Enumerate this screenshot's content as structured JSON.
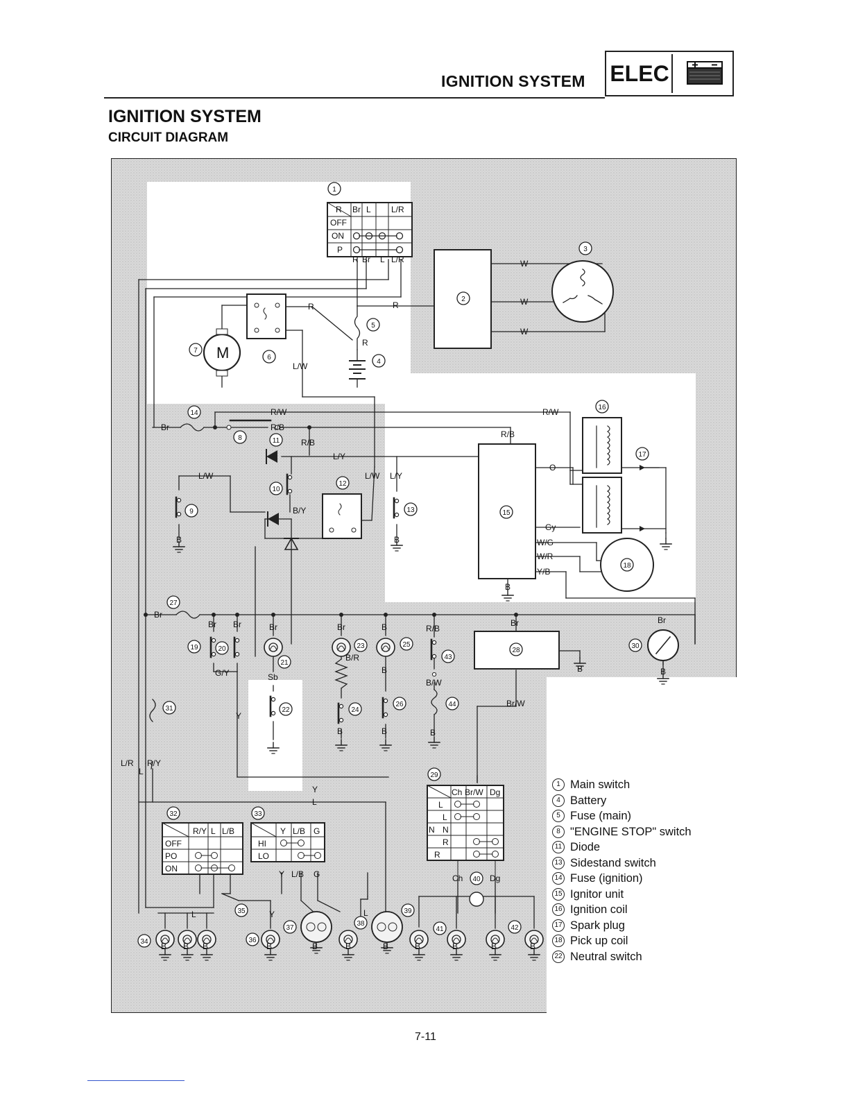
{
  "header": {
    "section_title": "IGNITION SYSTEM",
    "tab_label": "ELEC",
    "battery_icon": "battery-icon"
  },
  "page": {
    "title": "IGNITION SYSTEM",
    "subtitle": "CIRCUIT DIAGRAM",
    "page_number": "7-11"
  },
  "switch_tables": {
    "main_switch": {
      "columns": [
        "R",
        "Br",
        "L",
        "L/R"
      ],
      "rows": [
        "OFF",
        "ON",
        "P"
      ]
    },
    "lights_switch": {
      "columns": [
        "R/Y",
        "L",
        "L/B"
      ],
      "rows": [
        "OFF",
        "PO",
        "ON"
      ]
    },
    "dimmer_switch": {
      "columns": [
        "Y",
        "L/B",
        "G"
      ],
      "rows": [
        "HI",
        "LO"
      ]
    },
    "turn_switch": {
      "columns": [
        "Ch",
        "Br/W",
        "Dg"
      ],
      "rows": [
        "L",
        "L",
        "N",
        "R",
        "R"
      ],
      "row_labels": [
        "N"
      ]
    }
  },
  "wire_labels": {
    "r": "R",
    "br": "Br",
    "l": "L",
    "lr": "L/R",
    "w": "W",
    "lw": "L/W",
    "rw": "R/W",
    "rb": "R/B",
    "ly": "L/Y",
    "by": "B/Y",
    "b": "B",
    "o": "O",
    "gy": "Gy",
    "wg": "W/G",
    "wr": "W/R",
    "yb": "Y/B",
    "gy2": "G/Y",
    "sb": "Sb",
    "brr": "B/R",
    "bw": "B/W",
    "brw": "Br/W",
    "ry": "R/Y",
    "y": "Y",
    "lb": "L/B",
    "g": "G",
    "ch": "Ch",
    "dg": "Dg",
    "m": "M"
  },
  "component_numbers": [
    "1",
    "2",
    "3",
    "4",
    "5",
    "6",
    "7",
    "8",
    "9",
    "10",
    "11",
    "12",
    "13",
    "14",
    "15",
    "16",
    "17",
    "18",
    "19",
    "20",
    "21",
    "22",
    "23",
    "24",
    "25",
    "26",
    "27",
    "28",
    "29",
    "30",
    "31",
    "32",
    "33",
    "34",
    "35",
    "36",
    "37",
    "38",
    "39",
    "40",
    "41",
    "42",
    "43",
    "44"
  ],
  "legend": [
    {
      "num": "1",
      "label": "Main switch"
    },
    {
      "num": "4",
      "label": "Battery"
    },
    {
      "num": "5",
      "label": "Fuse (main)"
    },
    {
      "num": "8",
      "label": "\"ENGINE STOP\" switch"
    },
    {
      "num": "11",
      "label": "Diode"
    },
    {
      "num": "13",
      "label": "Sidestand switch"
    },
    {
      "num": "14",
      "label": "Fuse (ignition)"
    },
    {
      "num": "15",
      "label": "Ignitor unit"
    },
    {
      "num": "16",
      "label": "Ignition coil"
    },
    {
      "num": "17",
      "label": "Spark plug"
    },
    {
      "num": "18",
      "label": "Pick up coil"
    },
    {
      "num": "22",
      "label": "Neutral switch"
    }
  ]
}
